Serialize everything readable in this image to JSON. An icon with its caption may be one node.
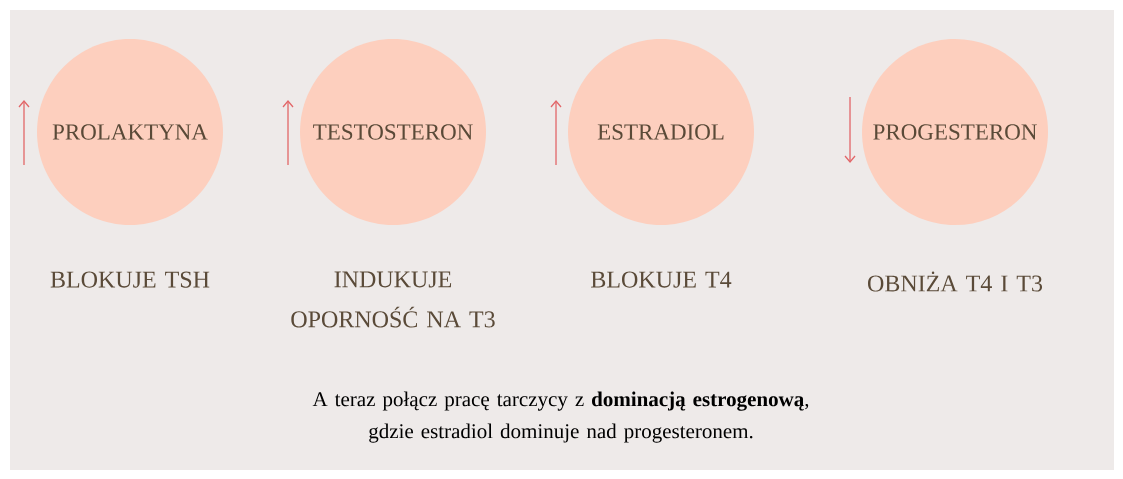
{
  "diagram": {
    "caption": "A teraz połącz pracę tarczycy z **dominacją estrogenową**, gdzie estradiol dominuje nad progesteronem.",
    "nodes": [
      {
        "text": [
          "PROLAKTYNA"
        ],
        "beside": [
          "BLOKUJE TSH"
        ]
      },
      {
        "text": [
          "TESTOSTERON"
        ],
        "beside": [
          "INDUKUJE OPORNOŚĆ NA T3"
        ]
      },
      {
        "text": [
          "ESTRADIOL"
        ],
        "beside": [
          "BLOKUJE T4"
        ]
      },
      {
        "text": [
          "PROGESTERON"
        ],
        "beside": [
          "OBNIŻA T4 I T3"
        ]
      }
    ]
  }
}
